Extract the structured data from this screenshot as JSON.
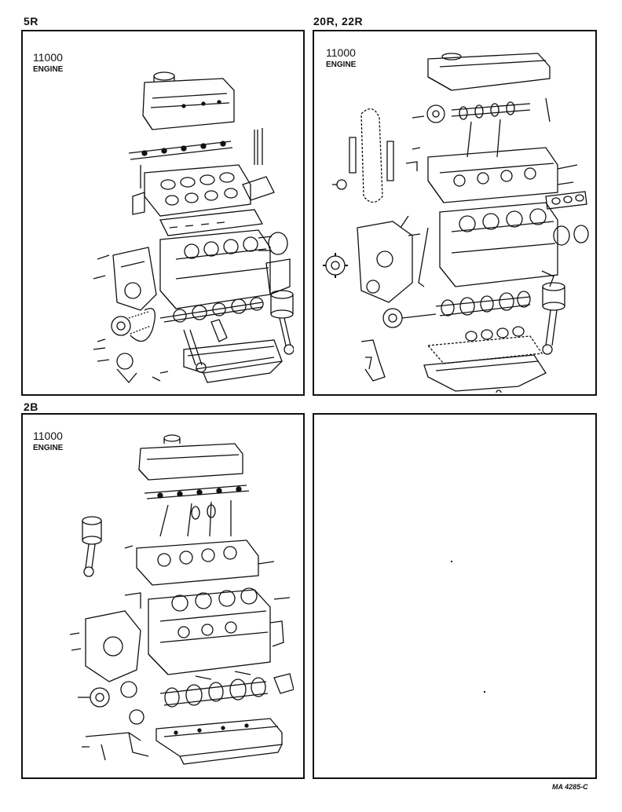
{
  "panels": [
    {
      "engine": "5R",
      "part_number": "11000",
      "part_name": "ENGINE"
    },
    {
      "engine": "20R, 22R",
      "part_number": "11000",
      "part_name": "ENGINE"
    },
    {
      "engine": "2B",
      "part_number": "11000",
      "part_name": "ENGINE"
    },
    {
      "engine": "",
      "part_number": "",
      "part_name": ""
    }
  ],
  "footer": {
    "reference": "MA 4285-C"
  },
  "colors": {
    "ink": "#111111",
    "paper": "#ffffff"
  }
}
